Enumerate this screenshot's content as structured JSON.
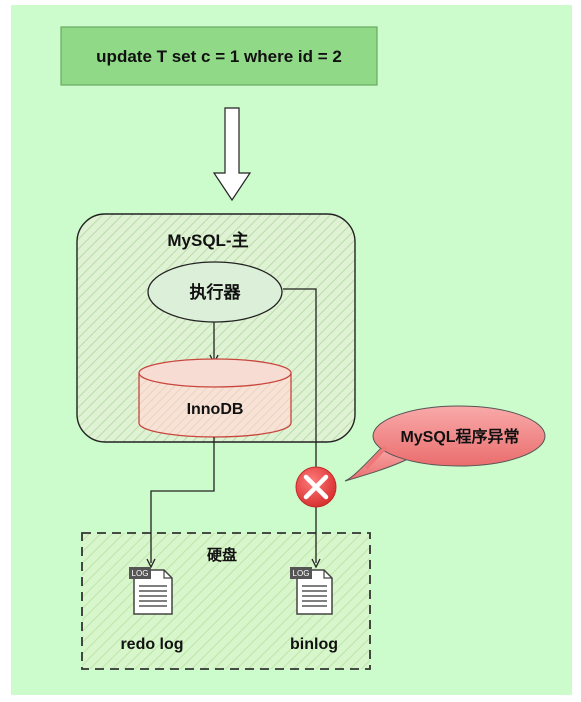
{
  "query": {
    "text": "update T set c = 1 where id = 2"
  },
  "master": {
    "title": "MySQL-主"
  },
  "executor": {
    "label": "执行器"
  },
  "storage_engine": {
    "label": "InnoDB"
  },
  "error_bubble": {
    "text": "MySQL程序异常"
  },
  "disk": {
    "title": "硬盘",
    "files": [
      {
        "badge": "LOG",
        "label": "redo log"
      },
      {
        "badge": "LOG",
        "label": "binlog"
      }
    ]
  },
  "colors": {
    "background": "#ccfccb",
    "query_box": "#8fd987",
    "executor_fill": "#dcefd9",
    "innodb_fill": "#f7dcd3",
    "innodb_stroke": "#c8463d",
    "error_red": "#e23b3b",
    "bubble_fill": "#f08080"
  },
  "icons": {
    "flow_arrow": "hollow-down-arrow-icon",
    "error": "error-x-icon",
    "file": "log-file-icon"
  }
}
